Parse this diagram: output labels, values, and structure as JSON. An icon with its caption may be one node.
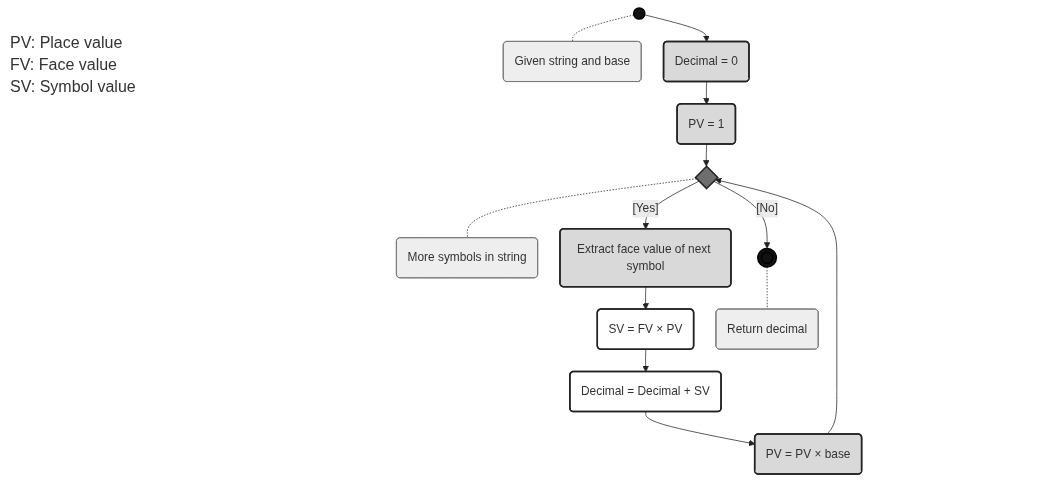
{
  "diagram": {
    "nodes": [
      {
        "text": [],
        "shape": "circle"
      },
      {
        "text": [
          "Given string and base"
        ]
      },
      {
        "text": [
          "Decimal = 0"
        ]
      },
      {
        "text": [
          "PV = 1"
        ]
      },
      {
        "text": [
          "PV = PV × base"
        ]
      },
      {
        "text": [],
        "shape": "diamond"
      },
      {
        "text": [
          "More symbols in string"
        ]
      },
      {
        "text": [
          "Extract face value of next symbol"
        ]
      },
      {
        "text": [
          "SV = FV × PV"
        ]
      },
      {
        "text": [
          "Decimal = Decimal + SV"
        ]
      },
      {
        "text": [],
        "shape": "circle"
      },
      {
        "text": [
          "Return decimal"
        ]
      }
    ],
    "edges": [
      {
        "from": 0,
        "to": 1,
        "arrow": "none",
        "style": "dashed"
      },
      {
        "from": 0,
        "to": 2,
        "arrow": "to"
      },
      {
        "from": 2,
        "to": 3,
        "arrow": "to"
      },
      {
        "from": 3,
        "to": 5,
        "arrow": "to"
      },
      {
        "from": 4,
        "to": 5,
        "arrow": "to"
      },
      {
        "from": 5,
        "to": 6,
        "arrow": "none",
        "style": "dashed"
      },
      {
        "from": 5,
        "to": 7,
        "arrow": "to",
        "label": "[Yes]"
      },
      {
        "from": 7,
        "to": 8,
        "arrow": "to"
      },
      {
        "from": 8,
        "to": 9,
        "arrow": "to"
      },
      {
        "from": 9,
        "to": 4,
        "arrow": "to"
      },
      {
        "from": 5,
        "to": 10,
        "arrow": "to",
        "label": "[No]"
      },
      {
        "from": 10,
        "to": 11,
        "arrow": "none",
        "style": "dashed"
      }
    ],
    "labels": [
      "PV: Place value",
      "FV: Face value",
      "SV: Symbol value"
    ]
  }
}
